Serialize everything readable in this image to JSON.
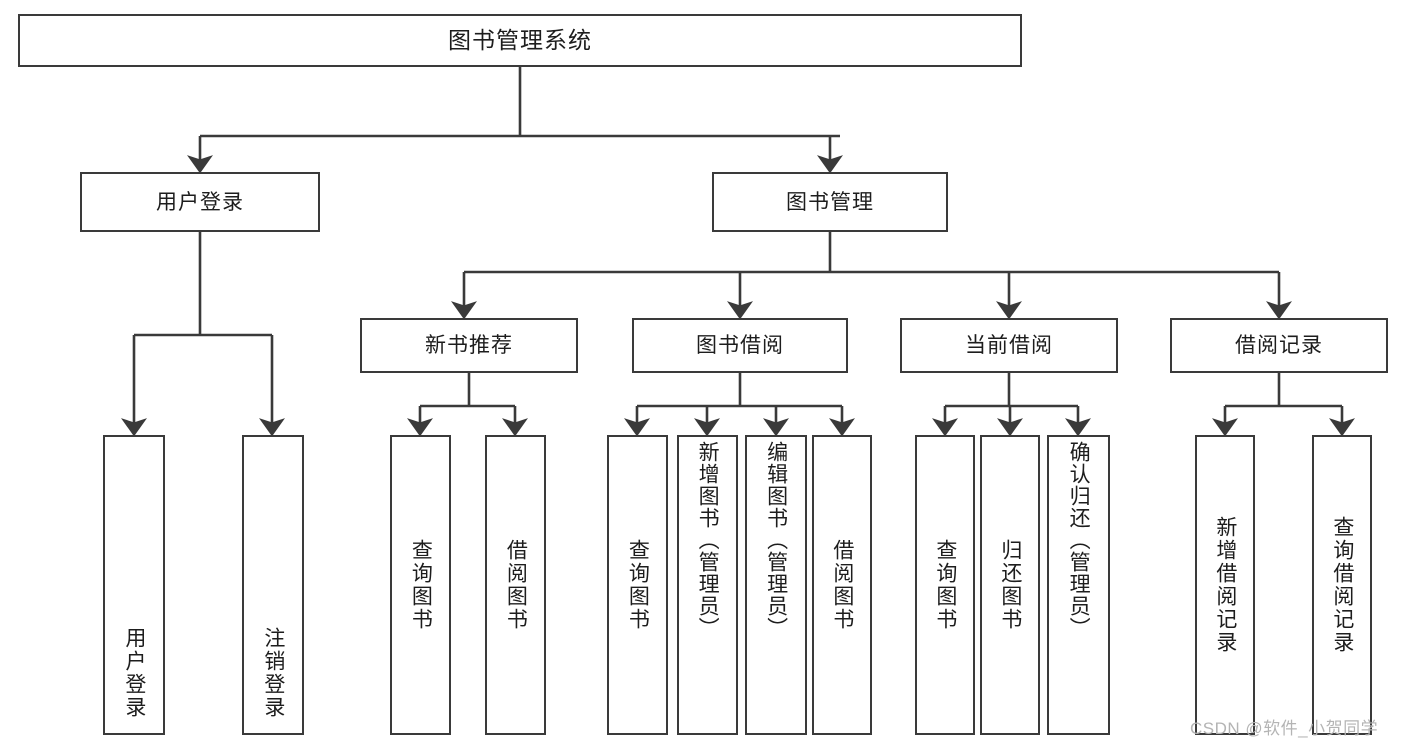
{
  "diagram": {
    "title": "图书管理系统",
    "type": "hierarchy-tree",
    "watermark": "CSDN @软件_小贺同学",
    "colors": {
      "stroke": "#3a3a3a",
      "box_fill": "#ffffff",
      "text": "#1d1d1d",
      "background": "#ffffff",
      "watermark": "#b4b4b4"
    }
  },
  "nodes": {
    "root": {
      "label": "图书管理系统"
    },
    "level2": [
      {
        "label": "用户登录"
      },
      {
        "label": "图书管理"
      }
    ],
    "level3": [
      {
        "label": "新书推荐"
      },
      {
        "label": "图书借阅"
      },
      {
        "label": "当前借阅"
      },
      {
        "label": "借阅记录"
      }
    ],
    "leaves": {
      "user_login": [
        {
          "label": "用户登录"
        },
        {
          "label": "注销登录"
        }
      ],
      "new_book_recommend": [
        {
          "label": "查询图书"
        },
        {
          "label": "借阅图书"
        }
      ],
      "book_borrow": [
        {
          "label": "查询图书"
        },
        {
          "label": "新增图书（管理员）"
        },
        {
          "label": "编辑图书（管理员）"
        },
        {
          "label": "借阅图书"
        }
      ],
      "current_borrow": [
        {
          "label": "查询图书"
        },
        {
          "label": "归还图书"
        },
        {
          "label": "确认归还（管理员）"
        }
      ],
      "borrow_record": [
        {
          "label": "新增借阅记录"
        },
        {
          "label": "查询借阅记录"
        }
      ]
    }
  }
}
